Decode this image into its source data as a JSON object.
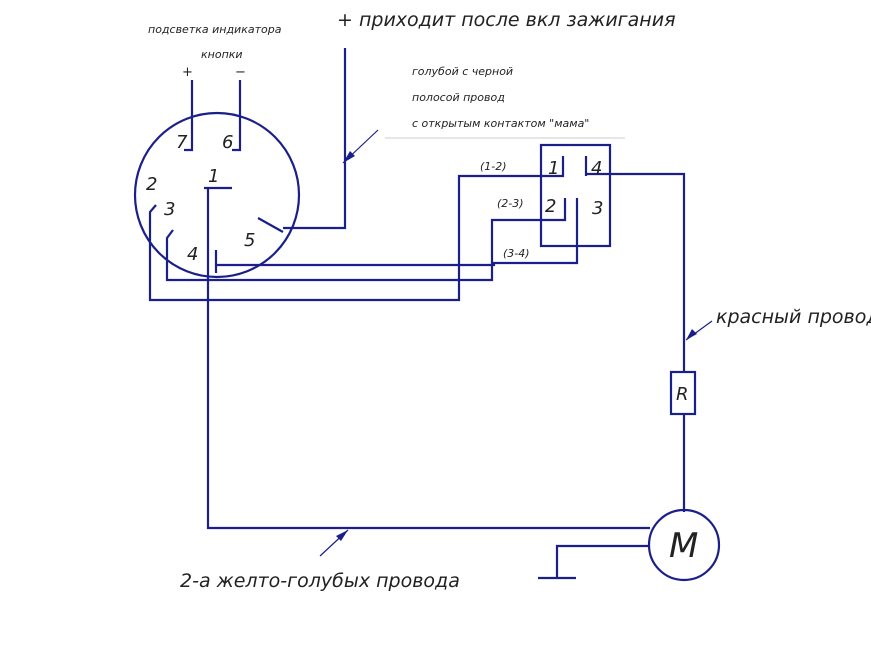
{
  "labels": {
    "backlight": "подсветка индикатора",
    "button": "кнопки",
    "plus": "+",
    "minus": "−",
    "ignition": "+ приходит после вкл зажигания",
    "blue_wire_1": "голубой с черной",
    "blue_wire_2": "полосой провод",
    "blue_wire_3": "с открытым контактом \"мама\"",
    "red_wire": "красный провод",
    "yellow_blue": "2-а желто-голубых провода",
    "motor": "M",
    "resistor": "R"
  },
  "pins": {
    "p7": "7",
    "p6": "6",
    "p1": "1",
    "p2": "2",
    "p3": "3",
    "p4": "4",
    "p5": "5"
  },
  "relay": {
    "c1": "1",
    "c4": "4",
    "c2": "2",
    "c3": "3",
    "link12": "(1-2)",
    "link23": "(2-3)",
    "link34": "(3-4)"
  },
  "colors": {
    "wire": "#1a1f8a",
    "text": "#222222"
  }
}
